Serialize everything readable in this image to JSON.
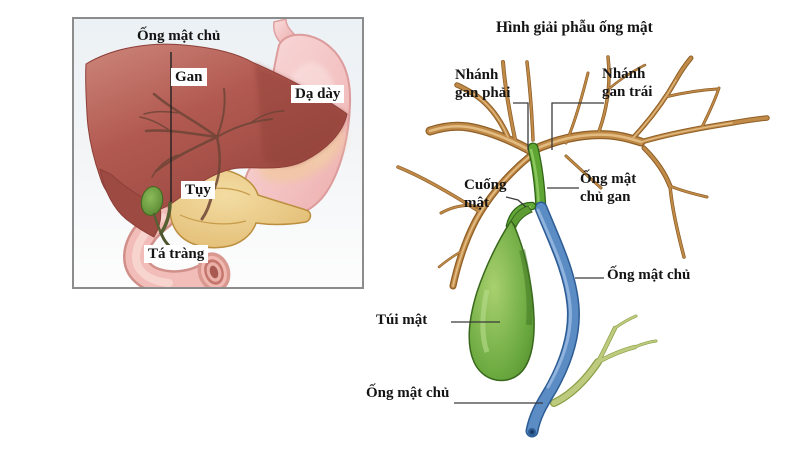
{
  "left_panel": {
    "labels": {
      "common_bile_duct": "Ống mật chủ",
      "liver": "Gan",
      "stomach": "Dạ dày",
      "pancreas": "Tụy",
      "duodenum": "Tá tràng"
    }
  },
  "right_panel": {
    "title": "Hình giải phẫu ống mật",
    "labels": {
      "right_hepatic_branch": "Nhánh\ngan phải",
      "left_hepatic_branch": "Nhánh\ngan trái",
      "cystic_duct": "Cuống\nmật",
      "common_hepatic_duct": "Ống mật\nchủ gan",
      "common_bile_duct": "Ống mật chủ",
      "gallbladder": "Túi mật",
      "common_bile_duct_bottom": "Ống mật chủ"
    }
  },
  "colors": {
    "liver": "#b25a52",
    "stomach": "#f3c1c1",
    "pancreas": "#e5c27c",
    "duodenum": "#f2bdb8",
    "bile_tree": "#c08a48",
    "common_hepatic_duct_green": "#5ea534",
    "common_bile_duct_blue": "#5b8cc4",
    "gallbladder_green": "#69a83e",
    "pancreatic_duct": "#becb7f",
    "leader_line": "#3a3a3a",
    "label_text": "#141414"
  }
}
